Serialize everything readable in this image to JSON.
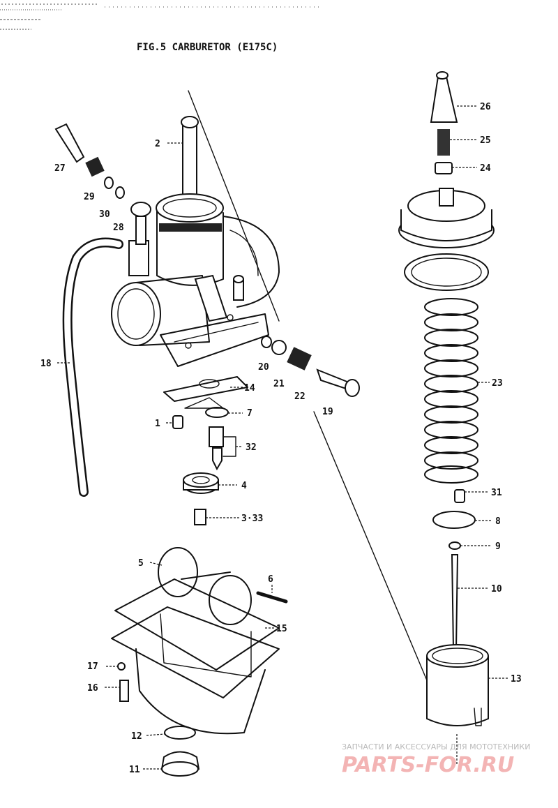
{
  "figure": {
    "title": "FIG.5  CARBURETOR   (E175C)"
  },
  "callouts": [
    {
      "id": "c2",
      "text": "2"
    },
    {
      "id": "c27",
      "text": "27"
    },
    {
      "id": "c29",
      "text": "29"
    },
    {
      "id": "c30",
      "text": "30"
    },
    {
      "id": "c28",
      "text": "28"
    },
    {
      "id": "c18",
      "text": "18"
    },
    {
      "id": "c20",
      "text": "20"
    },
    {
      "id": "c21",
      "text": "21"
    },
    {
      "id": "c22",
      "text": "22"
    },
    {
      "id": "c19",
      "text": "19"
    },
    {
      "id": "c14",
      "text": "14"
    },
    {
      "id": "c7",
      "text": "7"
    },
    {
      "id": "c1",
      "text": "1"
    },
    {
      "id": "c32",
      "text": "32"
    },
    {
      "id": "c4",
      "text": "4"
    },
    {
      "id": "c333",
      "text": "3·33"
    },
    {
      "id": "c5",
      "text": "5"
    },
    {
      "id": "c6",
      "text": "6"
    },
    {
      "id": "c15",
      "text": "15"
    },
    {
      "id": "c17",
      "text": "17"
    },
    {
      "id": "c16",
      "text": "16"
    },
    {
      "id": "c12",
      "text": "12"
    },
    {
      "id": "c11",
      "text": "11"
    },
    {
      "id": "c26",
      "text": "26"
    },
    {
      "id": "c25",
      "text": "25"
    },
    {
      "id": "c24",
      "text": "24"
    },
    {
      "id": "c23",
      "text": "23"
    },
    {
      "id": "c31",
      "text": "31"
    },
    {
      "id": "c8",
      "text": "8"
    },
    {
      "id": "c9",
      "text": "9"
    },
    {
      "id": "c10",
      "text": "10"
    },
    {
      "id": "c13",
      "text": "13"
    }
  ],
  "watermark": {
    "tagline": "ЗАПЧАСТИ И АКСЕССУАРЫ ДЛЯ МОТОТЕХНИКИ",
    "brand": "PARTS-FOR.RU"
  },
  "colors": {
    "ink": "#111111",
    "background": "#ffffff",
    "watermark_brand": "#f3b4b4",
    "watermark_tagline": "#b9b9b9"
  }
}
